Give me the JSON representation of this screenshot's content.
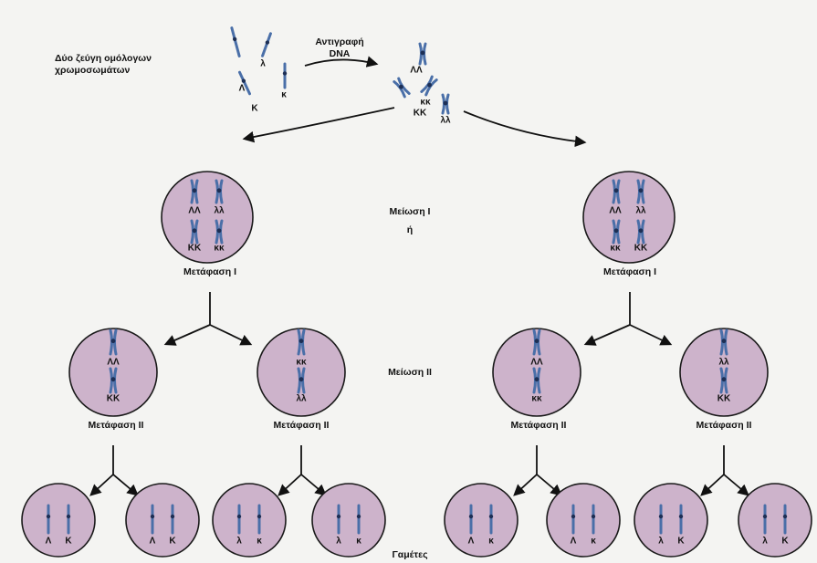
{
  "intro": {
    "title_line1": "Δύο ζεύγη ομόλογων",
    "title_line2": "χρωμοσωμάτων",
    "chromosomes": [
      "Λ",
      "λ",
      "Κ",
      "κ"
    ]
  },
  "replication": {
    "line1": "Αντιγραφή",
    "line2": "DNA",
    "pairs": [
      "ΛΛ",
      "κκ",
      "ΚΚ",
      "λλ"
    ]
  },
  "stages": {
    "meiosis1": "Μείωση Ι",
    "or": "ή",
    "meiosis2": "Μείωση ΙΙ",
    "gametes": "Γαμέτες"
  },
  "metaphase1": {
    "label": "Μετάφαση Ι",
    "left_cell": [
      "ΛΛ",
      "λλ",
      "ΚΚ",
      "κκ"
    ],
    "right_cell": [
      "ΛΛ",
      "λλ",
      "κκ",
      "ΚΚ"
    ]
  },
  "metaphase2": {
    "label": "Μετάφαση ΙΙ",
    "cells": [
      [
        "ΛΛ",
        "ΚΚ"
      ],
      [
        "κκ",
        "λλ"
      ],
      [
        "ΛΛ",
        "κκ"
      ],
      [
        "λλ",
        "ΚΚ"
      ]
    ]
  },
  "gamete_cells": [
    [
      "Λ",
      "Κ"
    ],
    [
      "Λ",
      "Κ"
    ],
    [
      "λ",
      "κ"
    ],
    [
      "λ",
      "κ"
    ],
    [
      "Λ",
      "κ"
    ],
    [
      "Λ",
      "κ"
    ],
    [
      "λ",
      "Κ"
    ],
    [
      "λ",
      "Κ"
    ]
  ],
  "colors": {
    "cell_fill": "#cdb3cb",
    "cell_stroke": "#1a1a1a",
    "chromosome": "#4a6fa8",
    "background": "#f4f4f2"
  }
}
